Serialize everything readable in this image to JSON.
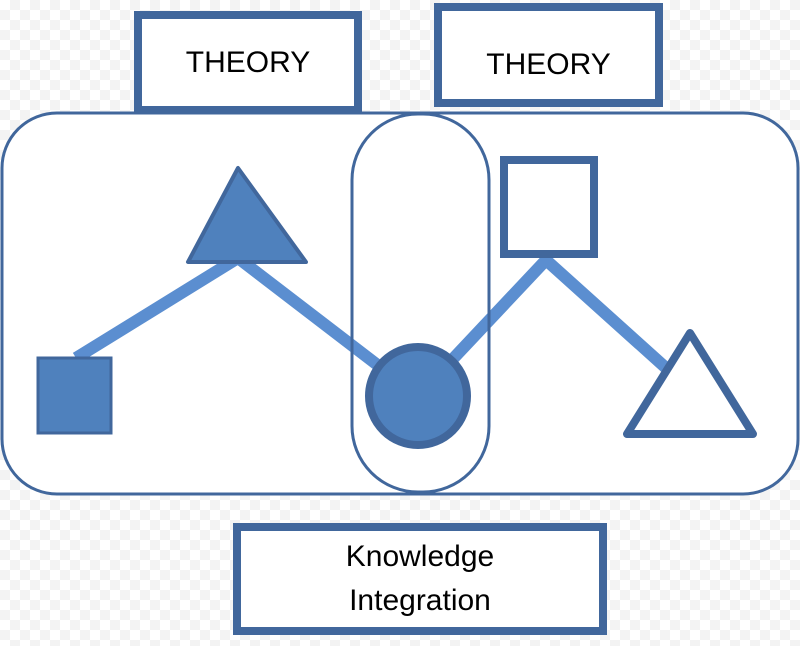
{
  "theory_left": {
    "label": "THEORY"
  },
  "theory_right": {
    "label": "THEORY"
  },
  "integration": {
    "line1": "Knowledge",
    "line2": "Integration"
  },
  "colors": {
    "frame": "#41679c",
    "fill": "#4f81bd",
    "connector": "#5b8ed0",
    "background": "#ffffff"
  },
  "icons": {
    "square_filled": "filled-square-icon",
    "triangle_filled": "filled-triangle-icon",
    "circle_filled": "filled-circle-icon",
    "square_outline": "outline-square-icon",
    "triangle_outline": "outline-triangle-icon"
  }
}
